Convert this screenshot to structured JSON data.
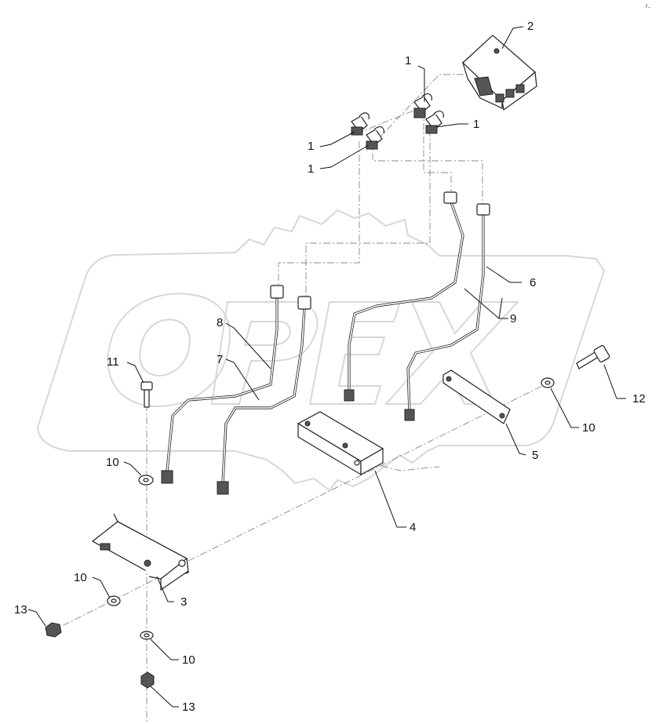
{
  "corner_mark": "r..",
  "watermark": {
    "text": "OPEX"
  },
  "callouts": {
    "c1a": "1",
    "c1b": "1",
    "c1c": "1",
    "c1d": "1",
    "c2": "2",
    "c3": "3",
    "c4": "4",
    "c5": "5",
    "c6": "6",
    "c7": "7",
    "c8": "8",
    "c9": "9",
    "c10a": "10",
    "c10b": "10",
    "c10c": "10",
    "c10d": "10",
    "c11": "11",
    "c12": "12",
    "c13a": "13",
    "c13b": "13"
  },
  "parts": {
    "p1": "elbow-fitting",
    "p2": "valve-block",
    "p3": "bracket",
    "p4": "pipe-clamp",
    "p5": "clamp-plate",
    "p6": "pipe",
    "p7": "pipe",
    "p8": "pipe",
    "p9": "pipe",
    "p10": "washer",
    "p11": "bolt",
    "p12": "bolt",
    "p13": "nut"
  }
}
